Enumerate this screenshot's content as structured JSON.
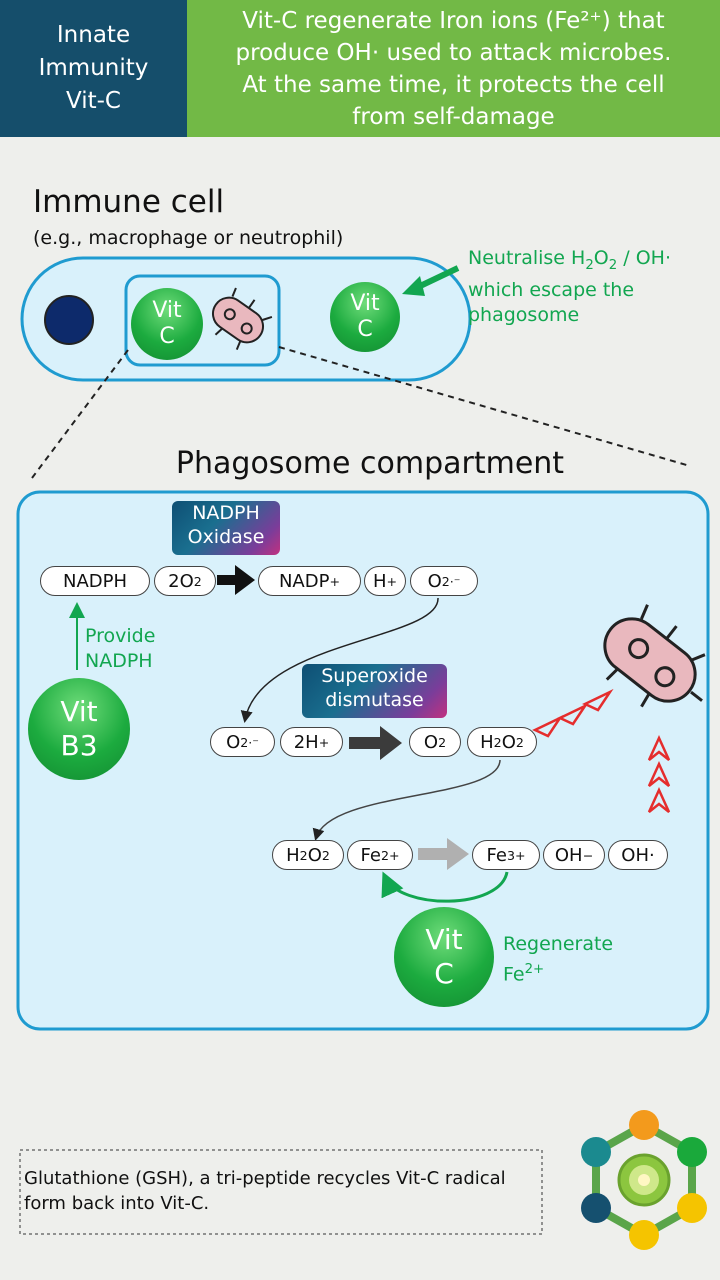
{
  "header": {
    "left_lines": [
      "Innate",
      "Immunity",
      "Vit-C"
    ],
    "right_lines": [
      "Vit-C regenerate Iron ions (Fe²⁺) that",
      "produce OH· used to attack microbes.",
      "At the same time, it protects the cell",
      "from self-damage"
    ]
  },
  "immune_cell": {
    "title": "Immune cell",
    "subtitle": "(e.g., macrophage or neutrophil)",
    "vit_a": [
      "Vit",
      "C"
    ],
    "vit_b": [
      "Vit",
      "C"
    ],
    "note_line1_prefix": "Neutralise H",
    "note_sub_2a": "2",
    "note_O": "O",
    "note_sub_2b": "2",
    "note_line1_suffix": " / OH·",
    "note_line2": "which escape the",
    "note_line3": "phagosome"
  },
  "phagosome": {
    "title": "Phagosome compartment",
    "nadph_oxidase": [
      "NADPH",
      "Oxidase"
    ],
    "row1": {
      "nadph": "NADPH",
      "o2_coef": "2O",
      "o2_sub": "2",
      "nadp": "NADP",
      "nadp_sup": "+",
      "h": "H",
      "h_sup": "+",
      "superoxide": "O",
      "superoxide_sub": "2",
      "superoxide_sup": "·⁻"
    },
    "provide": [
      "Provide",
      "NADPH"
    ],
    "vit_b3": [
      "Vit",
      "B3"
    ],
    "sod": [
      "Superoxide",
      "dismutase"
    ],
    "row2": {
      "superoxide": "O",
      "superoxide_sub": "2",
      "superoxide_sup": "·⁻",
      "h": "2H",
      "h_sup": "+",
      "o2": "O",
      "o2_sub": "2",
      "h2o2_a": "H",
      "h2o2_sub1": "2",
      "h2o2_b": "O",
      "h2o2_sub2": "2"
    },
    "row3": {
      "h2o2_a": "H",
      "h2o2_sub1": "2",
      "h2o2_b": "O",
      "h2o2_sub2": "2",
      "fe2": "Fe",
      "fe2_sup": "2+",
      "fe3": "Fe",
      "fe3_sup": "3+",
      "oh_minus": "OH",
      "oh_minus_sup": "−",
      "oh_radical": "OH·"
    },
    "vit_c": [
      "Vit",
      "C"
    ],
    "regenerate": [
      "Regenerate",
      "Fe"
    ],
    "regenerate_sup": "2+"
  },
  "footnote": "Glutathione (GSH), a tri-peptide recycles Vit-C radical form back into Vit-C.",
  "colors": {
    "header_left": "#154e6b",
    "header_right": "#72b946",
    "cell_fill": "#d9f1fb",
    "cell_border": "#1f9bd0",
    "green_text": "#12a650",
    "vit_green": "#1cab3f"
  }
}
